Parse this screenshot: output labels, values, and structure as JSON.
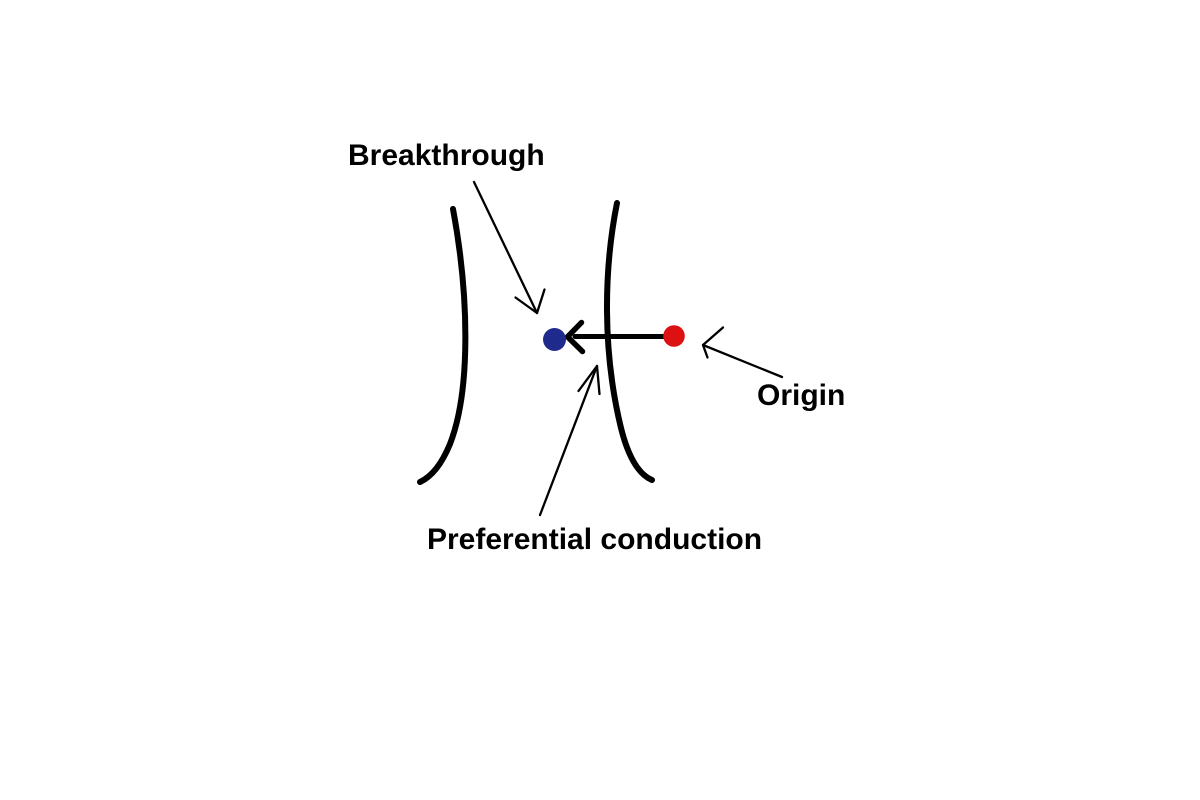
{
  "diagram": {
    "labels": {
      "breakthrough": "Breakthrough",
      "origin": "Origin",
      "preferential_conduction": "Preferential conduction"
    },
    "colors": {
      "breakthrough_dot": "#1f2b8c",
      "origin_dot": "#dd1111",
      "ink": "#000000",
      "background": "#ffffff"
    }
  }
}
